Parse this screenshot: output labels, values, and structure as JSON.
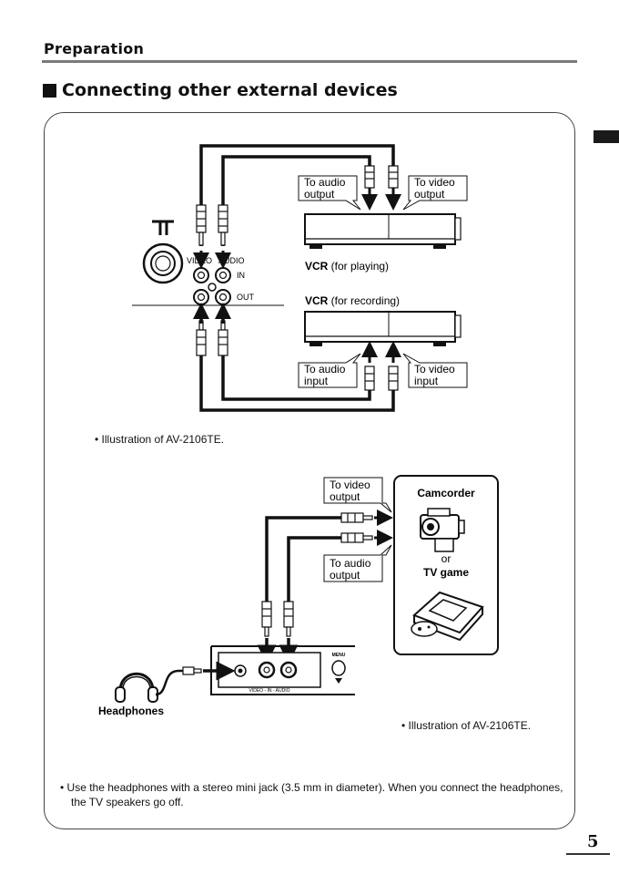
{
  "header": {
    "section": "Preparation"
  },
  "title": "Connecting other external devices",
  "diagram1": {
    "labels": {
      "to_audio_output": [
        "To audio",
        "output"
      ],
      "to_video_output": [
        "To video",
        "output"
      ],
      "to_audio_input": [
        "To audio",
        "input"
      ],
      "to_video_input": [
        "To video",
        "input"
      ],
      "vcr_playing_bold": "VCR",
      "vcr_playing_rest": " (for playing)",
      "vcr_recording_bold": "VCR",
      "vcr_recording_rest": " (for recording)",
      "jack_video": "VIDEO",
      "jack_audio": "AUDIO",
      "jack_in": "IN",
      "jack_out": "OUT"
    },
    "caption": "• Illustration of AV-2106TE."
  },
  "diagram2": {
    "labels": {
      "to_video_output": [
        "To video",
        "output"
      ],
      "to_audio_output": [
        "To audio",
        "output"
      ],
      "camcorder": "Camcorder",
      "or": "or",
      "tv_game": "TV game",
      "headphones": "Headphones",
      "menu": "MENU",
      "panel_label": "VIDEO - IN - AUDIO"
    },
    "caption": "• Illustration of AV-2106TE."
  },
  "footnote": "• Use the headphones with a stereo mini jack (3.5 mm in diameter). When you connect  the headphones, the TV speakers go off.",
  "page_number": "5"
}
